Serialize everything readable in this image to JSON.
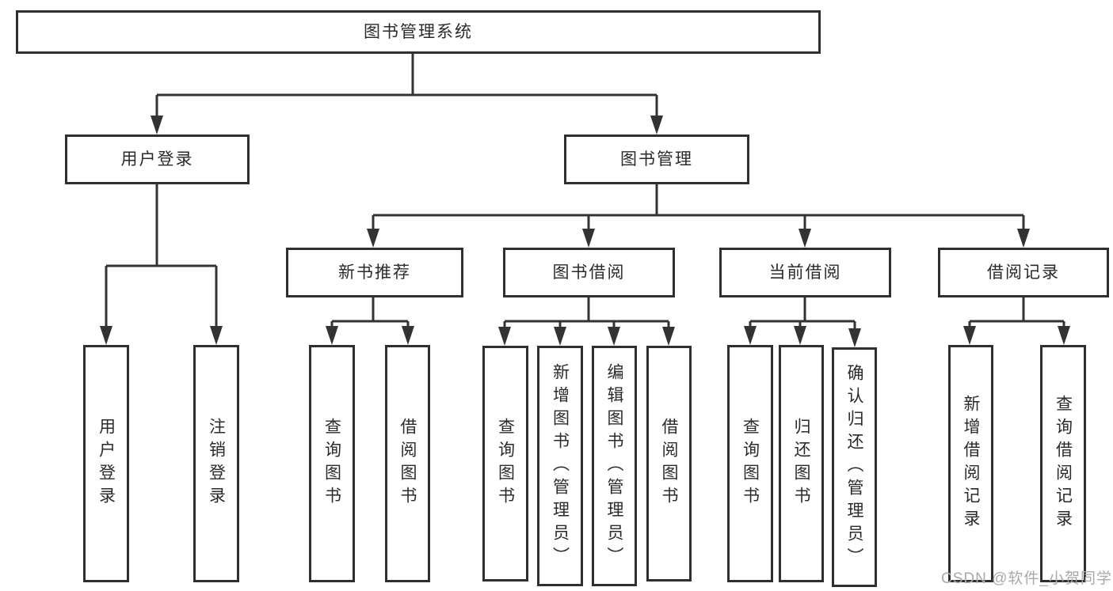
{
  "tree": {
    "root": "图书管理系统",
    "children": [
      {
        "label": "用户登录",
        "children": [
          {
            "label": "用户登录"
          },
          {
            "label": "注销登录"
          }
        ]
      },
      {
        "label": "图书管理",
        "children": [
          {
            "label": "新书推荐",
            "children": [
              {
                "label": "查询图书"
              },
              {
                "label": "借阅图书"
              }
            ]
          },
          {
            "label": "图书借阅",
            "children": [
              {
                "label": "查询图书"
              },
              {
                "label": "新增图书（管理员）"
              },
              {
                "label": "编辑图书（管理员）"
              },
              {
                "label": "借阅图书"
              }
            ]
          },
          {
            "label": "当前借阅",
            "children": [
              {
                "label": "查询图书"
              },
              {
                "label": "归还图书"
              },
              {
                "label": "确认归还（管理员）"
              }
            ]
          },
          {
            "label": "借阅记录",
            "children": [
              {
                "label": "新增借阅记录"
              },
              {
                "label": "查询借阅记录"
              }
            ]
          }
        ]
      }
    ]
  },
  "watermark": {
    "text": "CSDN @软件_小贺同学"
  },
  "colors": {
    "line": "#333333",
    "border": "#2f2f2f",
    "text": "#2a2a2a",
    "watermark": "#a9a9a9"
  }
}
